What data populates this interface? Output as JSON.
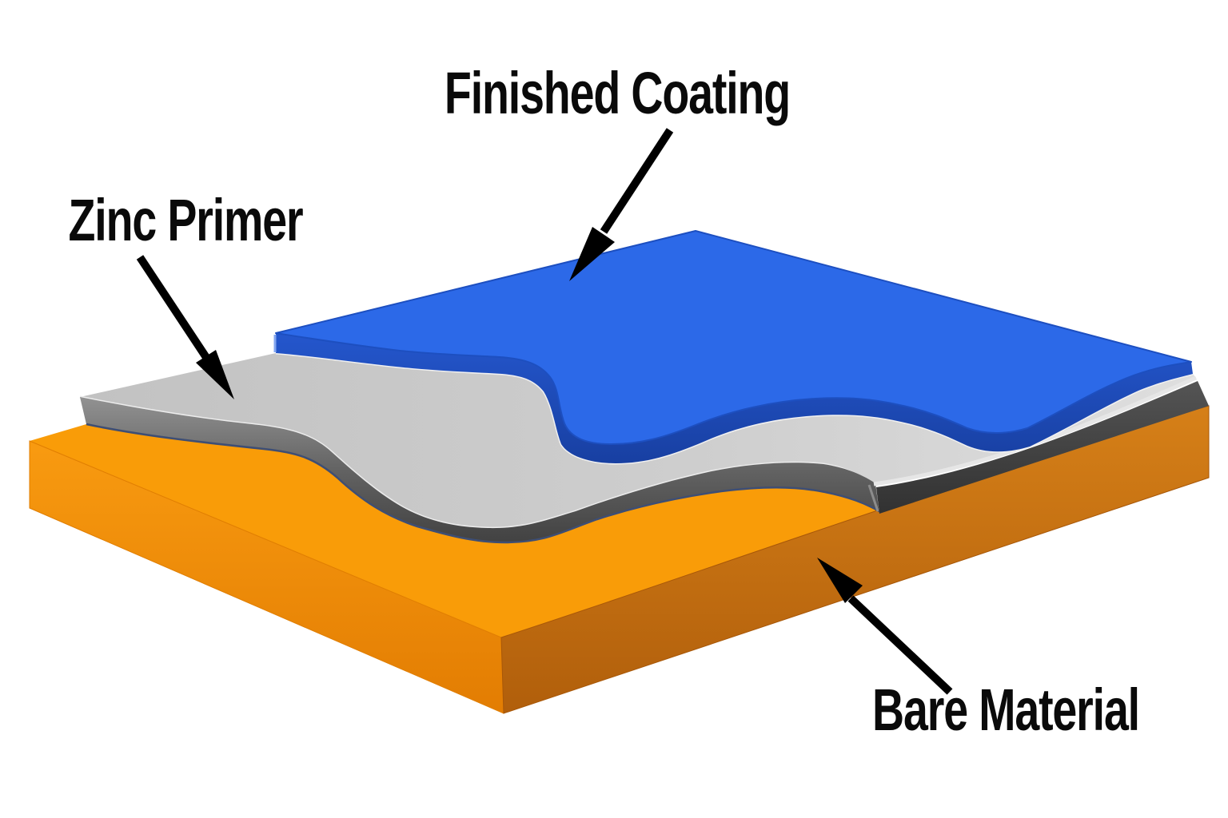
{
  "diagram": {
    "description": "3D cutaway illustration of a coated material: blue finished coating over gray zinc primer over orange bare material, with labeled arrows",
    "background_color": "#ffffff",
    "labels": {
      "finished_coating": "Finished Coating",
      "zinc_primer": "Zinc Primer",
      "bare_material": "Bare Material"
    },
    "layers": [
      {
        "id": "finished-coating",
        "label": "Finished Coating",
        "top_color": "#2c69e8",
        "edge_color": "#1c4bbb"
      },
      {
        "id": "zinc-primer",
        "label": "Zinc Primer",
        "top_color": "#d1d1d1",
        "edge_color": "#4f4f4f"
      },
      {
        "id": "bare-material",
        "label": "Bare Material",
        "top_color": "#f99c08",
        "front_left_color": "#ee8d08",
        "front_right_color": "#c26f10"
      }
    ],
    "text_color": "#0a0a0a",
    "arrow_color": "#000000"
  }
}
